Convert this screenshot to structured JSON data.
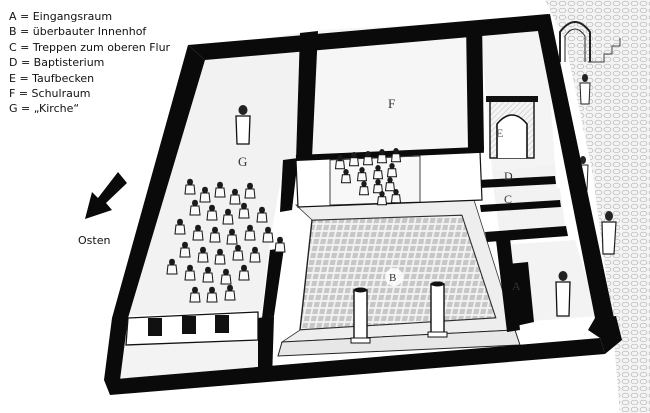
{
  "legend": [
    {
      "key": "A",
      "text": "A = Eingangsraum"
    },
    {
      "key": "B",
      "text": "B = überbauter Innenhof"
    },
    {
      "key": "C",
      "text": "C = Treppen zum oberen Flur"
    },
    {
      "key": "D",
      "text": "D = Baptisterium"
    },
    {
      "key": "E",
      "text": "E = Taufbecken"
    },
    {
      "key": "F",
      "text": "F = Schulraum"
    },
    {
      "key": "G",
      "text": "G = „Kirche“"
    }
  ],
  "direction_label": "Osten",
  "room_labels": {
    "A": "A",
    "B": "B",
    "C": "C",
    "D": "D",
    "E": "E",
    "F": "F",
    "G": "G"
  },
  "colors": {
    "wall": "#0a0a0a",
    "floor": "#f4f4f4",
    "paving": "#cfcfcf",
    "street": "#e2e2e2",
    "ink": "#222222"
  }
}
